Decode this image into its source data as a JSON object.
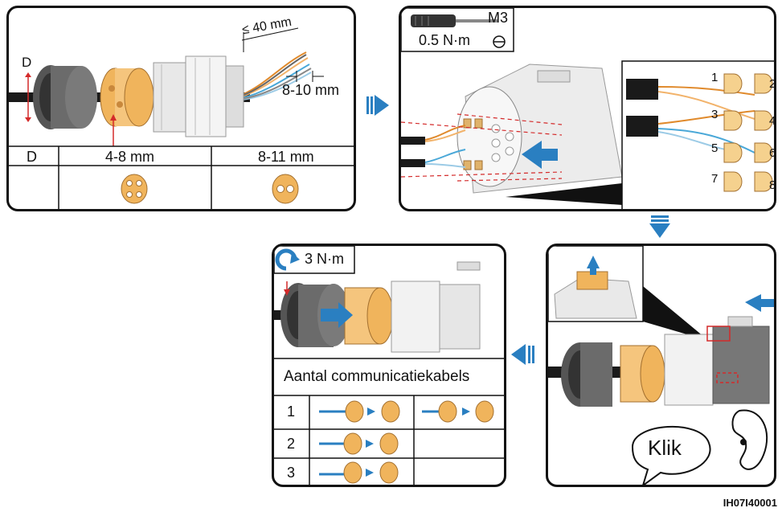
{
  "panel1": {
    "label_d": "D",
    "strip_length": "≤ 40 mm",
    "strip_end": "8-10 mm",
    "table": {
      "header_d": "D",
      "col1": "4-8 mm",
      "col2": "8-11 mm"
    }
  },
  "panel2": {
    "tool": "M3",
    "torque": "0.5 N·m",
    "pins": [
      "1",
      "2",
      "3",
      "4",
      "5",
      "6",
      "7",
      "8"
    ]
  },
  "panel3": {
    "torque": "3 N·m",
    "table_title": "Aantal communicatiekabels",
    "rows": [
      "1",
      "2",
      "3"
    ]
  },
  "panel4": {
    "sound": "Klik"
  },
  "figure_code": "IH07I40001",
  "colors": {
    "arrow_blue": "#2a7fc1",
    "seal_yellow": "#f0b45c",
    "red": "#d42a2a"
  }
}
